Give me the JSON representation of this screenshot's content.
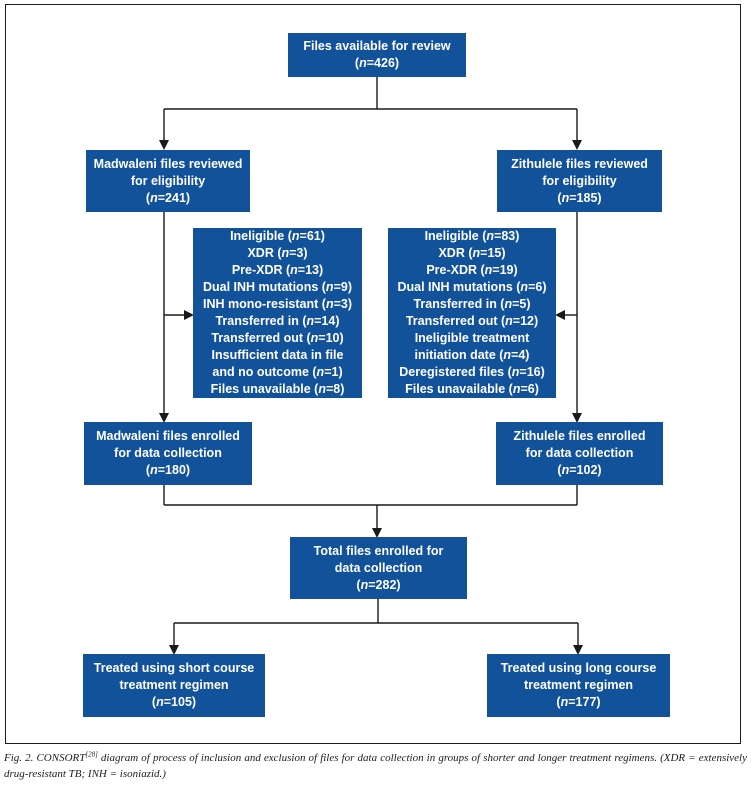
{
  "colors": {
    "box_fill": "#12529b",
    "box_text": "#ffffff",
    "line": "#1a1a1a"
  },
  "diagram": {
    "boxes": [
      {
        "id": "files-available",
        "lines": [
          "Files available for review",
          "(n=426)"
        ]
      },
      {
        "id": "madwaleni-reviewed",
        "lines": [
          "Madwaleni files reviewed",
          "for eligibility",
          "(n=241)"
        ]
      },
      {
        "id": "zithulele-reviewed",
        "lines": [
          "Zithulele files reviewed",
          "for eligibility",
          "(n=185)"
        ]
      },
      {
        "id": "ineligible-madwaleni",
        "title": "Ineligible (n=61)",
        "lines": [
          "XDR (n=3)",
          "Pre-XDR (n=13)",
          "Dual INH mutations (n=9)",
          "INH mono-resistant (n=3)",
          "Transferred in (n=14)",
          "Transferred out (n=10)",
          "Insufficient data in file",
          "and no outcome (n=1)",
          "Files unavailable (n=8)"
        ]
      },
      {
        "id": "ineligible-zithulele",
        "title": "Ineligible (n=83)",
        "lines": [
          "XDR (n=15)",
          "Pre-XDR (n=19)",
          "Dual INH mutations (n=6)",
          "Transferred in (n=5)",
          "Transferred out (n=12)",
          "Ineligible treatment",
          "initiation date (n=4)",
          "Deregistered files (n=16)",
          "Files unavailable (n=6)"
        ]
      },
      {
        "id": "madwaleni-enrolled",
        "lines": [
          "Madwaleni files enrolled",
          "for data collection",
          "(n=180)"
        ]
      },
      {
        "id": "zithulele-enrolled",
        "lines": [
          "Zithulele files enrolled",
          "for data collection",
          "(n=102)"
        ]
      },
      {
        "id": "total-enrolled",
        "lines": [
          "Total files enrolled for",
          "data collection",
          "(n=282)"
        ]
      },
      {
        "id": "treated-short",
        "lines": [
          "Treated using short course",
          "treatment regimen",
          "(n=105)"
        ]
      },
      {
        "id": "treated-long",
        "lines": [
          "Treated using long course",
          "treatment regimen",
          "(n=177)"
        ]
      }
    ]
  },
  "caption": {
    "lead": "Fig. 2. CONSORT",
    "superscript": "[28]",
    "body": " diagram of process of inclusion and exclusion of files for data collection in groups of shorter and longer treatment regimens. (XDR = extensively drug-resistant TB; INH = isoniazid.)"
  }
}
